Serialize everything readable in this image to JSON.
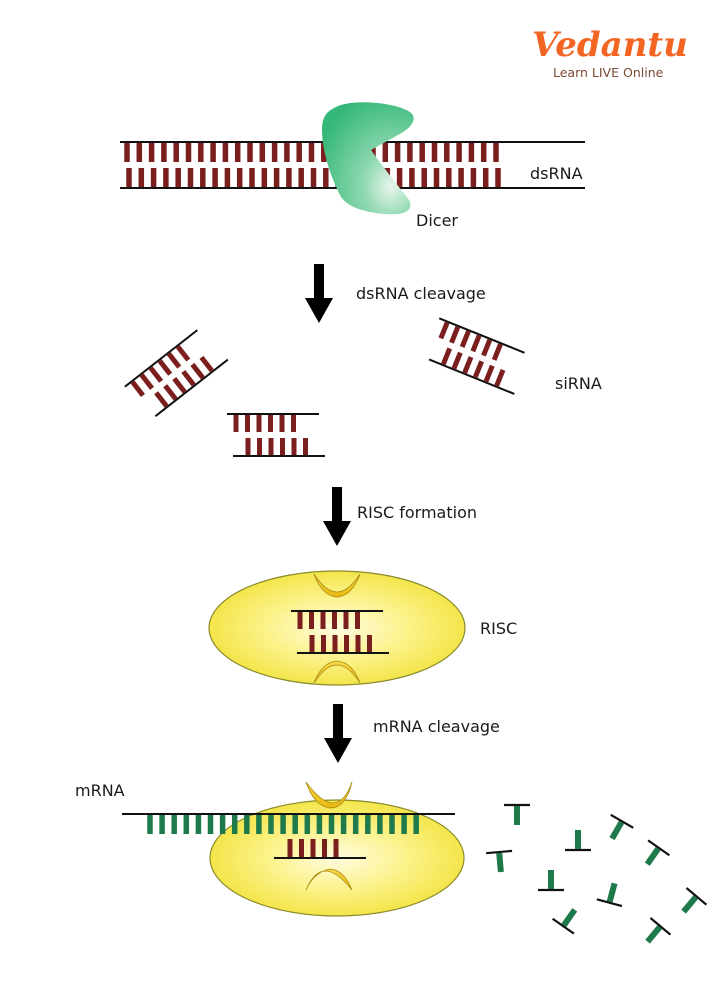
{
  "logo": {
    "brand": "Vedantu",
    "tagline": "Learn LIVE Online",
    "color": "#F26522"
  },
  "colors": {
    "rna_strand": "#7B1E1E",
    "mrna_strand": "#1E7A4A",
    "backbone": "#111111",
    "dicer": "#3CC082",
    "risc_fill": "#F5E84A",
    "risc_outline": "#8A8A2A",
    "crescent": "#EFC21A",
    "arrow": "#000000"
  },
  "labels": {
    "dsrna": "dsRNA",
    "dicer": "Dicer",
    "step1": "dsRNA cleavage",
    "sirna": "siRNA",
    "step2": "RISC formation",
    "risc": "RISC",
    "step3": "mRNA cleavage",
    "mrna": "mRNA"
  },
  "stages": [
    {
      "id": "dsrna",
      "description": "Double-stranded RNA bound by Dicer"
    },
    {
      "id": "sirna",
      "description": "Three siRNA duplex fragments"
    },
    {
      "id": "risc",
      "description": "siRNA duplex inside RISC complex"
    },
    {
      "id": "mrna",
      "description": "mRNA paired with guide strand in RISC, cleaved fragments scattered"
    }
  ],
  "counts": {
    "mrna_fragments": 10,
    "sirna_fragments": 3
  }
}
